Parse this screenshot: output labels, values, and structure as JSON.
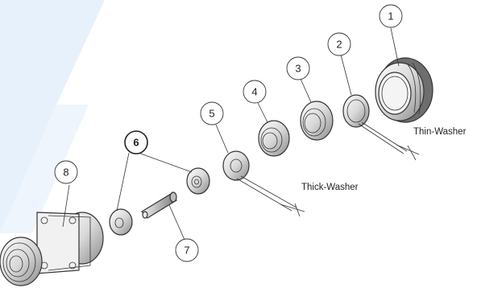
{
  "diagram": {
    "callouts": [
      "1",
      "2",
      "3",
      "4",
      "5",
      "6",
      "7",
      "8"
    ],
    "labels": {
      "thin_washer": "Thin-Washer",
      "thick_washer": "Thick-Washer"
    },
    "colors": {
      "background_accent": "#e6f1fb",
      "line": "#333333"
    }
  }
}
